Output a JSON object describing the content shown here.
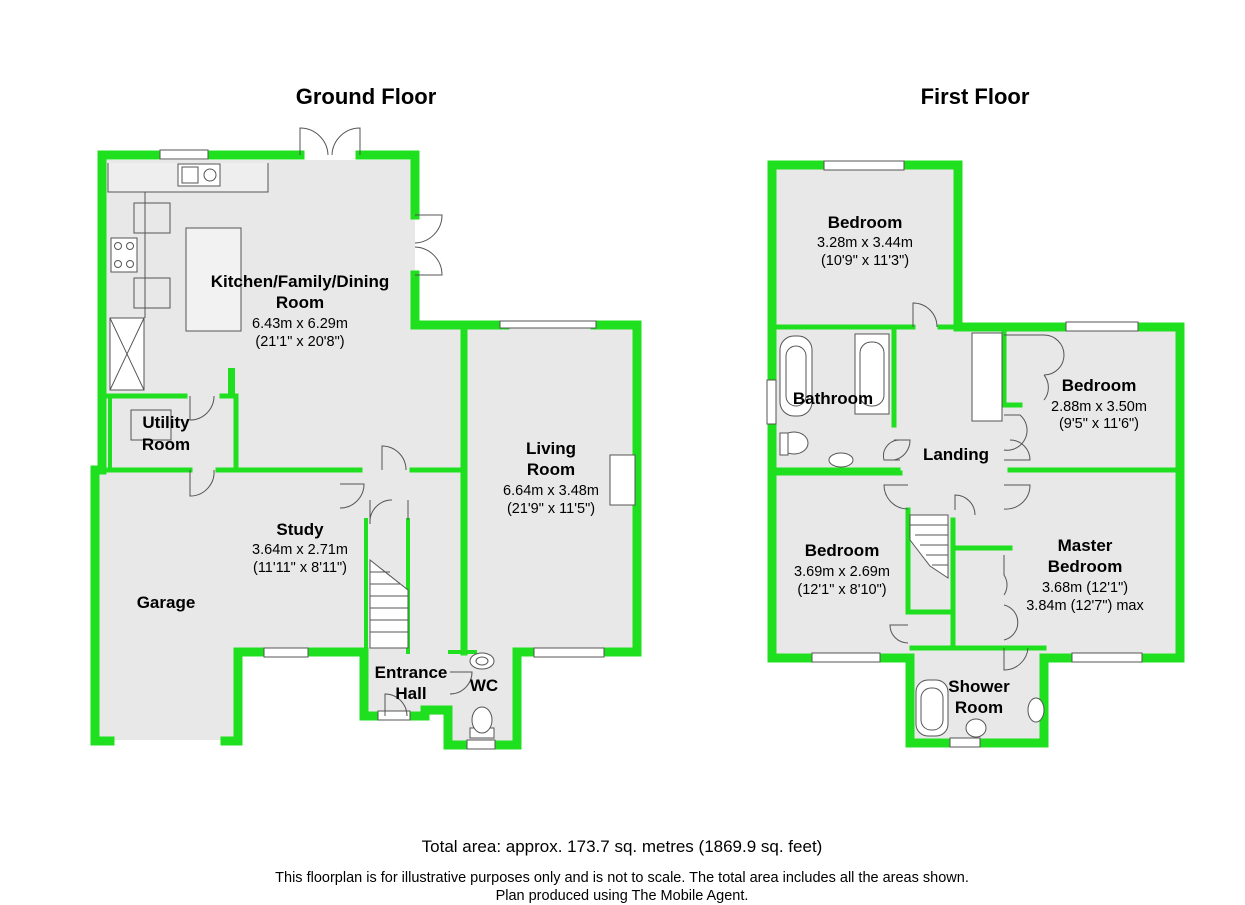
{
  "floors": [
    {
      "title": "Ground Floor",
      "rooms": [
        {
          "name_lines": [
            "Kitchen/Family/Dining",
            "Room"
          ],
          "dims": [
            "6.43m x 6.29m",
            "(21'1\" x 20'8\")"
          ]
        },
        {
          "name_lines": [
            "Utility",
            "Room"
          ],
          "dims": []
        },
        {
          "name_lines": [
            "Living",
            "Room"
          ],
          "dims": [
            "6.64m x 3.48m",
            "(21'9\" x 11'5\")"
          ]
        },
        {
          "name_lines": [
            "Study"
          ],
          "dims": [
            "3.64m x 2.71m",
            "(11'11\" x 8'11\")"
          ]
        },
        {
          "name_lines": [
            "Garage"
          ],
          "dims": []
        },
        {
          "name_lines": [
            "Entrance",
            "Hall"
          ],
          "dims": []
        },
        {
          "name_lines": [
            "WC"
          ],
          "dims": []
        }
      ]
    },
    {
      "title": "First Floor",
      "rooms": [
        {
          "name_lines": [
            "Bedroom"
          ],
          "dims": [
            "3.28m x 3.44m",
            "(10'9\" x 11'3\")"
          ]
        },
        {
          "name_lines": [
            "Bathroom"
          ],
          "dims": []
        },
        {
          "name_lines": [
            "Bedroom"
          ],
          "dims": [
            "2.88m x 3.50m",
            "(9'5\" x 11'6\")"
          ]
        },
        {
          "name_lines": [
            "Landing"
          ],
          "dims": []
        },
        {
          "name_lines": [
            "Bedroom"
          ],
          "dims": [
            "3.69m x 2.69m",
            "(12'1\" x 8'10\")"
          ]
        },
        {
          "name_lines": [
            "Master",
            "Bedroom"
          ],
          "dims": [
            "3.68m (12'1\")",
            "3.84m (12'7\") max"
          ]
        },
        {
          "name_lines": [
            "Shower",
            "Room"
          ],
          "dims": []
        }
      ]
    }
  ],
  "footer": {
    "total_area": "Total area: approx. 173.7 sq. metres (1869.9 sq. feet)",
    "disclaimer": "This floorplan is for illustrative purposes only and is not to scale. The total area includes all the areas shown.",
    "credit": "Plan produced using The Mobile Agent."
  },
  "colors": {
    "wall": "#1fe01f",
    "floor": "#e8e8e8",
    "fixture": "#555555",
    "background": "#ffffff"
  }
}
